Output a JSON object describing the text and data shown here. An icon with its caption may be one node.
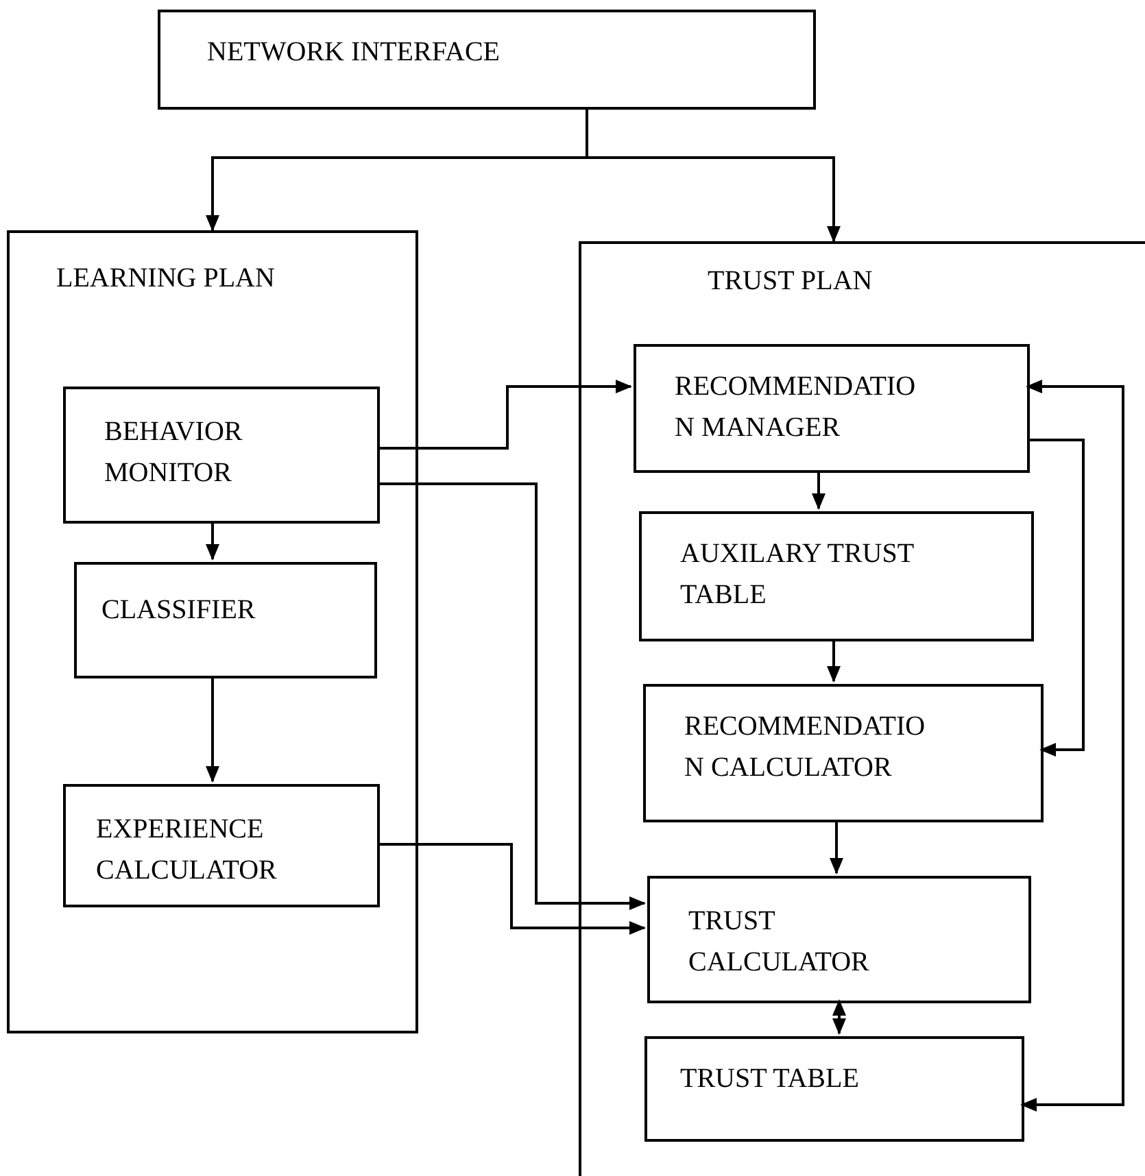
{
  "diagram": {
    "nodes": [
      {
        "text": [
          "NETWORK INTERFACE"
        ]
      },
      {
        "text": [
          "LEARNING PLAN"
        ]
      },
      {
        "text": [
          "TRUST PLAN"
        ]
      },
      {
        "text": [
          "BEHAVIOR MONITOR"
        ],
        "in": 1
      },
      {
        "text": [
          "CLASSIFIER"
        ],
        "in": 1
      },
      {
        "text": [
          "EXPERIENCE CALCULATOR"
        ],
        "in": 1
      },
      {
        "text": [
          "RECOMMENDATIO N MANAGER"
        ],
        "in": 2
      },
      {
        "text": [
          "AUXILARY TRUST TABLE"
        ],
        "in": 2
      },
      {
        "text": [
          "RECOMMENDATIO N CALCULATOR"
        ],
        "in": 2
      },
      {
        "text": [
          "TRUST CALCULATOR"
        ],
        "in": 2
      },
      {
        "text": [
          "TRUST TABLE"
        ],
        "in": 2
      }
    ],
    "edges": [
      {
        "from": 0,
        "to": 1,
        "arrow": "to"
      },
      {
        "from": 0,
        "to": 2,
        "arrow": "to"
      },
      {
        "from": 3,
        "to": 6,
        "arrow": "to"
      },
      {
        "from": 3,
        "to": 9,
        "arrow": "to"
      },
      {
        "from": 3,
        "to": 4,
        "arrow": "to"
      },
      {
        "from": 4,
        "to": 5,
        "arrow": "to"
      },
      {
        "from": 5,
        "to": 9,
        "arrow": "to"
      },
      {
        "from": 6,
        "to": 7,
        "arrow": "to"
      },
      {
        "from": 7,
        "to": 8,
        "arrow": "to"
      },
      {
        "from": 8,
        "to": 9,
        "arrow": "to"
      },
      {
        "from": 9,
        "to": 10,
        "arrow": "both"
      },
      {
        "from": 6,
        "to": 8,
        "arrow": "to"
      },
      {
        "from": 10,
        "to": 6,
        "arrow": "both"
      }
    ]
  }
}
